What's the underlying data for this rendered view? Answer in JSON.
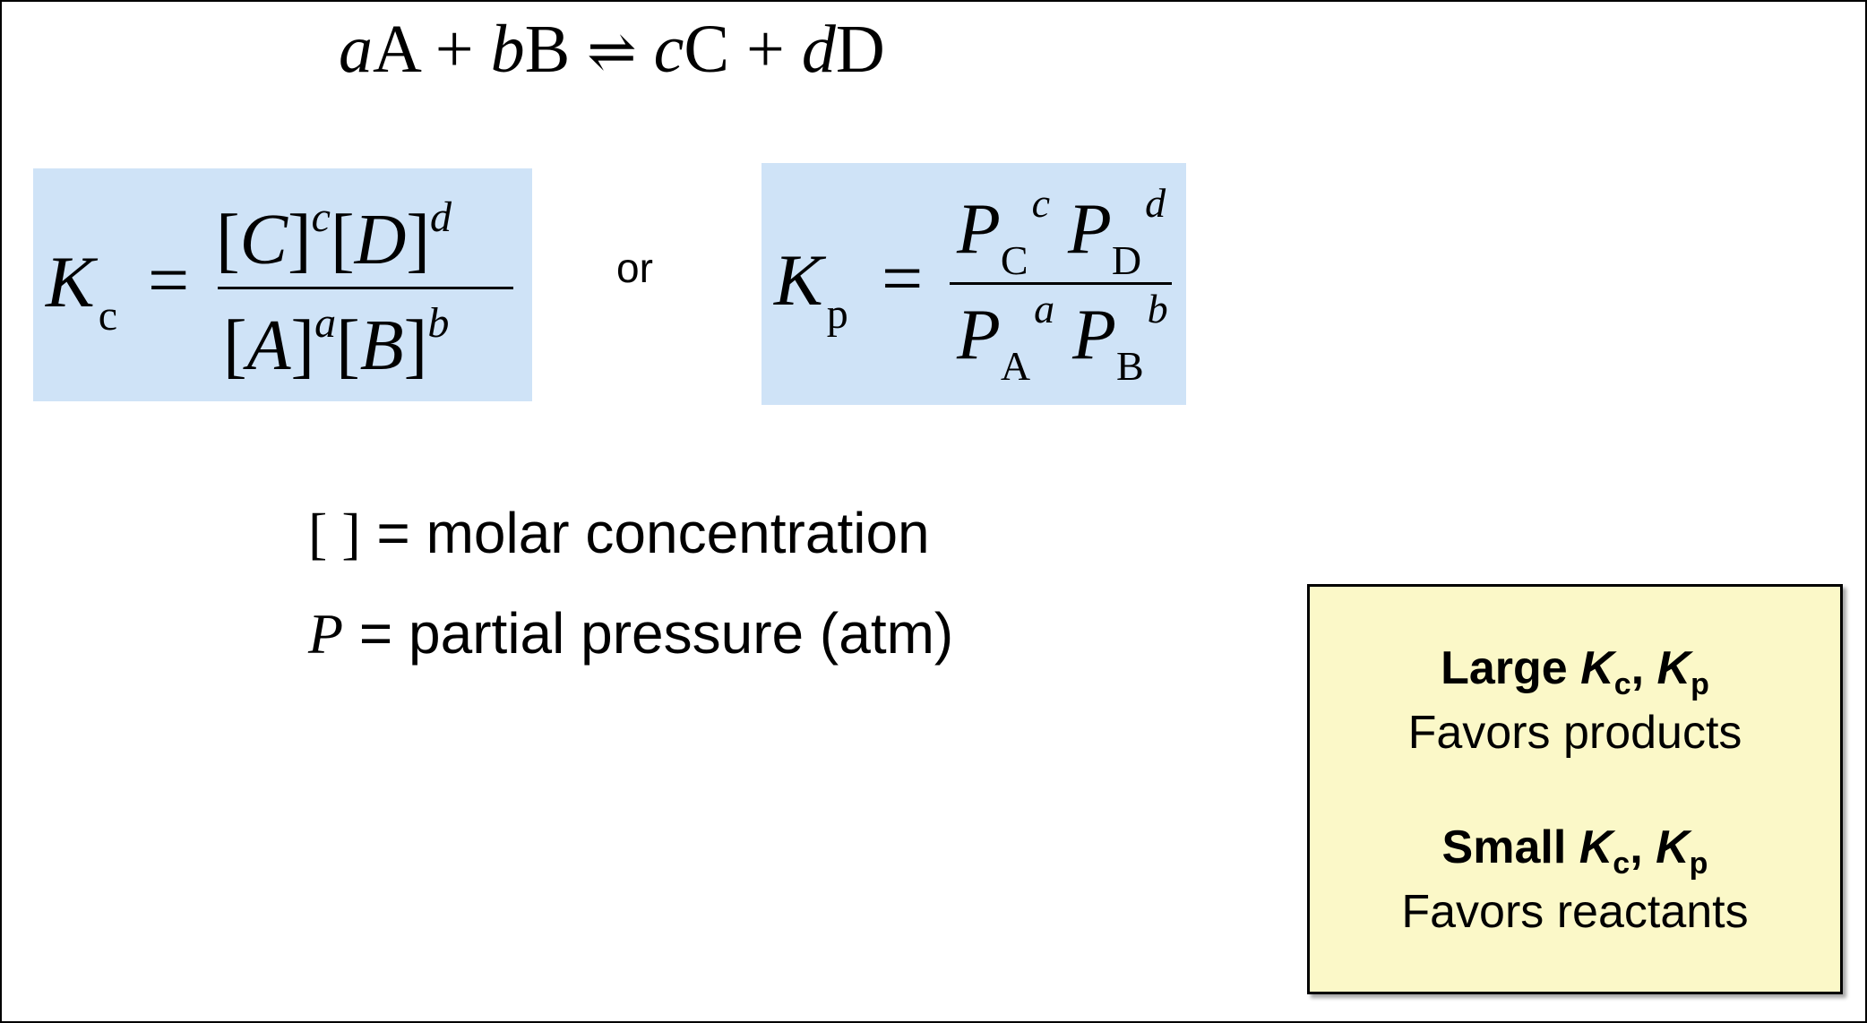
{
  "reaction": {
    "coef_a": "a",
    "species_a": "A",
    "plus1": "+",
    "coef_b": "b",
    "species_b": "B",
    "arrow": "⇌",
    "coef_c": "c",
    "species_c": "C",
    "plus2": "+",
    "coef_d": "d",
    "species_d": "D"
  },
  "kc_formula": {
    "symbol": "K",
    "subscript": "c",
    "equals": "=",
    "num_1": "[C]",
    "num_1_exp": "c",
    "num_2": "[D]",
    "num_2_exp": "d",
    "den_1": "[A]",
    "den_1_exp": "a",
    "den_2": "[B]",
    "den_2_exp": "b"
  },
  "or_text": "or",
  "kp_formula": {
    "symbol": "K",
    "subscript": "p",
    "equals": "=",
    "p": "P",
    "num_1_sub": "C",
    "num_1_exp": "c",
    "num_2_sub": "D",
    "num_2_exp": "d",
    "den_1_sub": "A",
    "den_1_exp": "a",
    "den_2_sub": "B",
    "den_2_exp": "b"
  },
  "definitions": {
    "conc_symbol": "[ ]",
    "conc_text": " = molar concentration",
    "press_symbol": "P",
    "press_text": " = partial pressure (atm)"
  },
  "callout": {
    "large_word": "Large ",
    "small_word": "Small ",
    "k": "K",
    "sub_c": "c",
    "sub_p": "p",
    "comma": ", ",
    "products": "Favors products",
    "reactants": "Favors reactants"
  },
  "colors": {
    "formula_box": "#cfe3f7",
    "callout_bg": "#fbf8c8",
    "text": "#000000"
  }
}
